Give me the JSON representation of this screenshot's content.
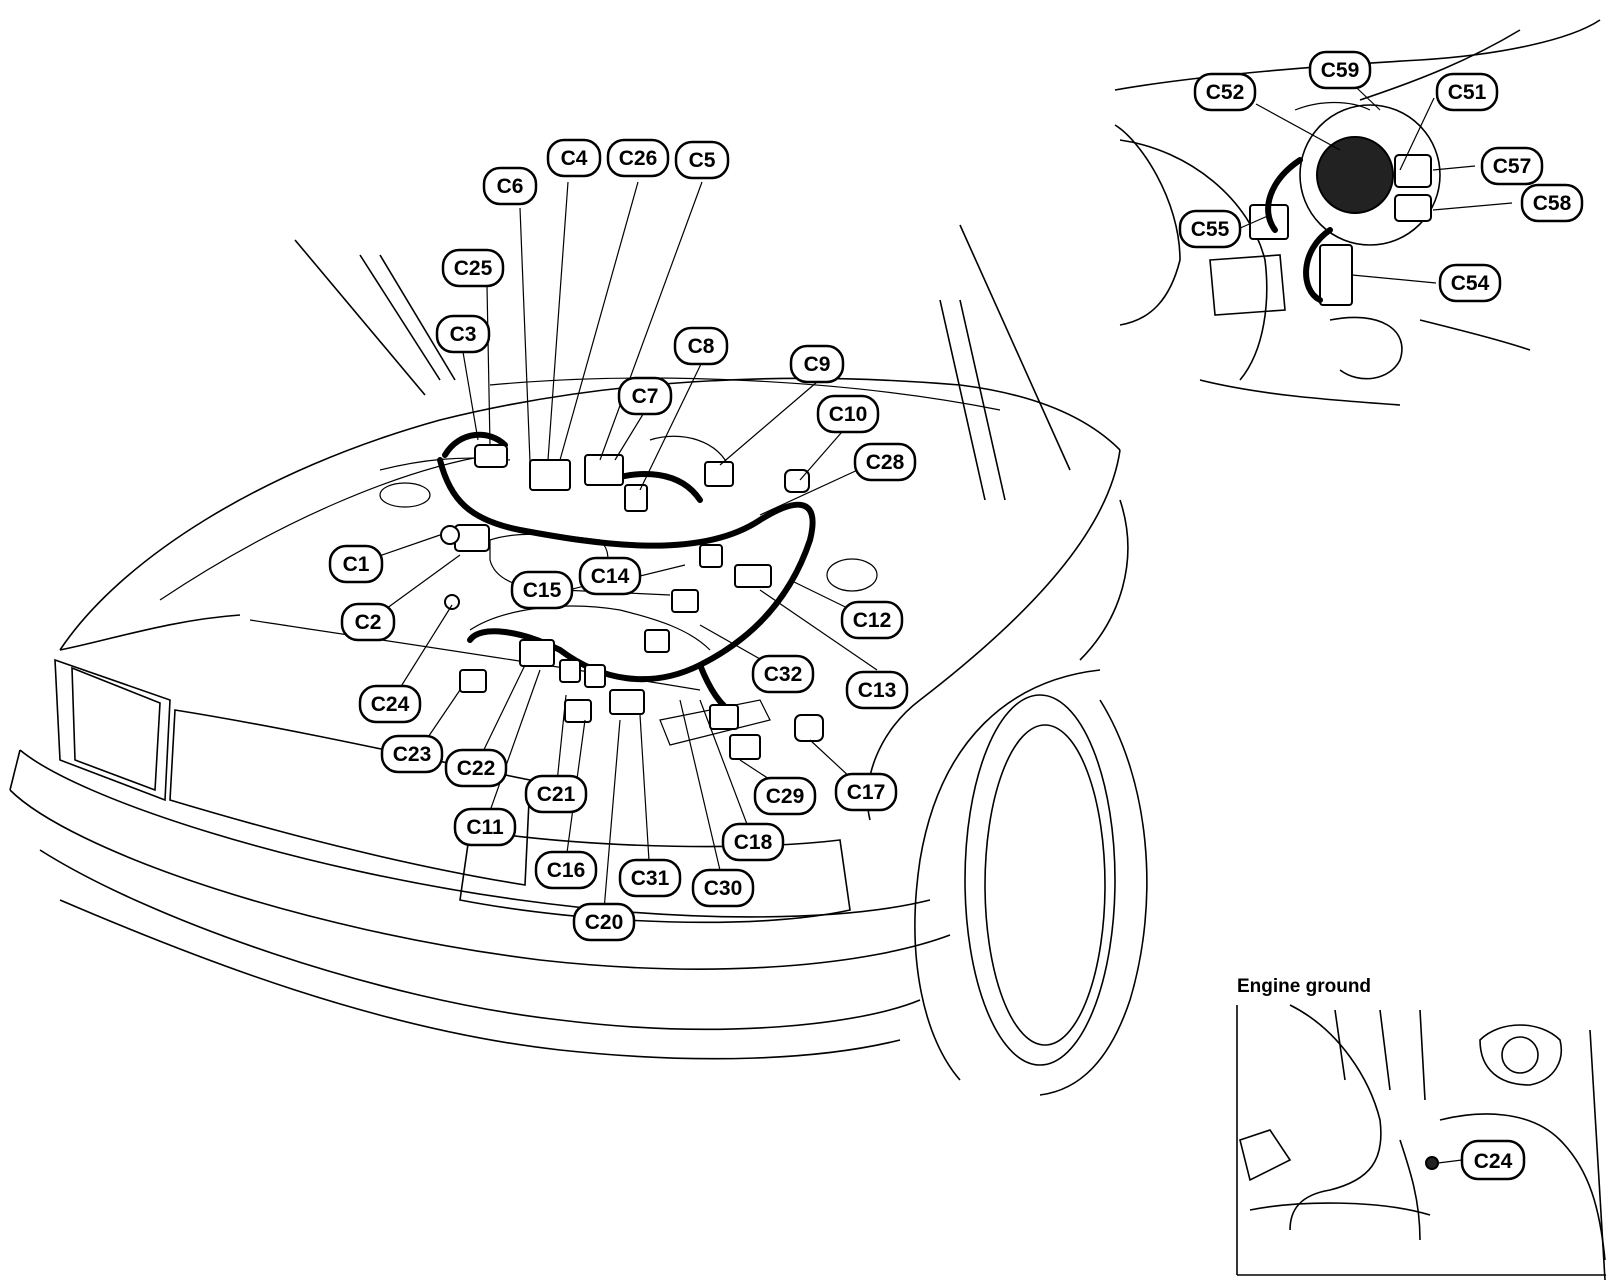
{
  "diagram": {
    "main_callouts": [
      "C1",
      "C2",
      "C3",
      "C4",
      "C5",
      "C6",
      "C7",
      "C8",
      "C9",
      "C10",
      "C11",
      "C12",
      "C13",
      "C14",
      "C15",
      "C16",
      "C17",
      "C18",
      "C20",
      "C21",
      "C22",
      "C23",
      "C24",
      "C25",
      "C26",
      "C28",
      "C29",
      "C30",
      "C31",
      "C32"
    ],
    "dash_callouts": [
      "C51",
      "C52",
      "C54",
      "C55",
      "C57",
      "C58",
      "C59"
    ],
    "ground_inset": {
      "title": "Engine ground",
      "callout": "C24"
    }
  }
}
